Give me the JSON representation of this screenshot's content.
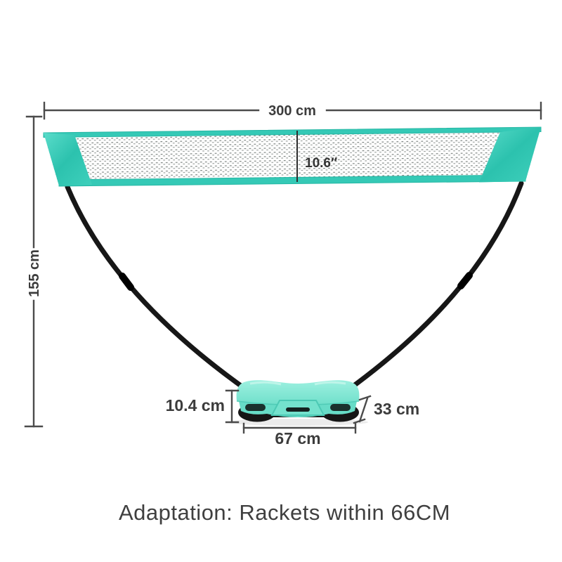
{
  "diagram": {
    "caption": "Adaptation: Rackets within 66CM",
    "dimensions": {
      "net_width": {
        "label": "300 cm"
      },
      "overall_height": {
        "label": "155 cm"
      },
      "net_height": {
        "label": "10.6″"
      },
      "base_height": {
        "label": "10.4 cm"
      },
      "base_depth": {
        "label": "33 cm"
      },
      "base_length": {
        "label": "67 cm"
      }
    },
    "colors": {
      "teal_band": "#35c9b6",
      "teal_dark": "#23b5a2",
      "mint_lid": "#84e7d4",
      "mint_front": "#67dcc7",
      "mint_handle": "#74e2cd",
      "pole_black": "#171717",
      "wheel_black": "#161616",
      "slot_dark": "#132220",
      "dim_line": "#4b4b4b",
      "dim_text": "#3c3c3c",
      "mesh_white": "#ffffff",
      "mesh_dot": "#7d8481"
    }
  }
}
